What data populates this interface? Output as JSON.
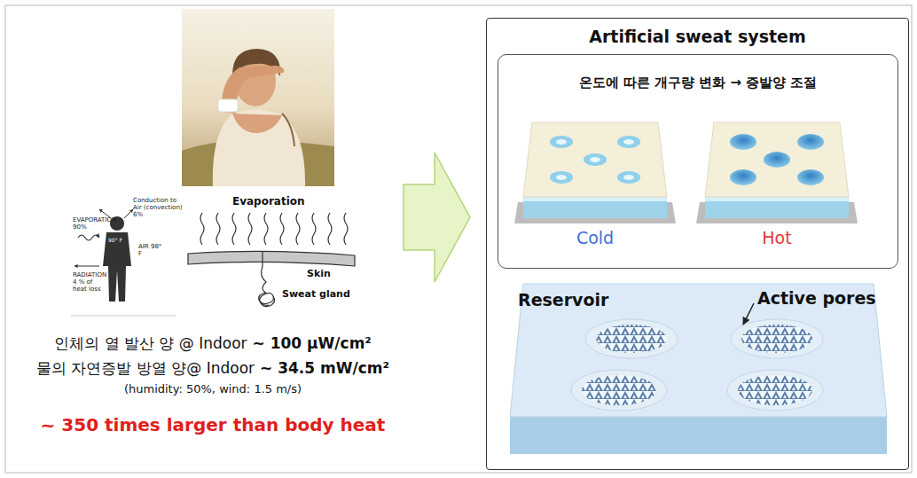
{
  "diagram": {
    "nodes": [
      {
        "text": [
          "Artificial sweat system"
        ]
      },
      {
        "text": [
          "온도에 따른 개구량 변화 → 증발양 조절"
        ],
        "in": 0
      }
    ],
    "labels": [
      "EVAPORATION 90%",
      "Conduction to Air (convection) 6%",
      "AIR 98° F",
      "RADIATION 4 % of heat loss",
      "90° F",
      "Evaporation",
      "Skin",
      "Sweat gland",
      "인체의 열 발산 양 @ Indoor",
      "~ 100 μW/cm²",
      "물의 자연증발 방열 양@ Indoor",
      "~ 34.5 mW/cm²",
      "(humidity: 50%, wind: 1.5 m/s)",
      "~ 350 times larger than body heat",
      "Cold",
      "Hot",
      "Reservoir",
      "Active pores"
    ]
  }
}
